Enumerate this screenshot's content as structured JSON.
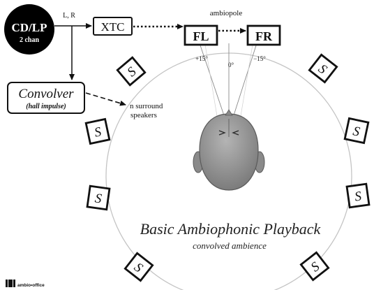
{
  "source": {
    "title": "CD/LP",
    "subtitle": "2 chan",
    "output_label": "L, R"
  },
  "xtc": {
    "label": "XTC"
  },
  "ambiopole": {
    "label": "ambiopole"
  },
  "speakers": {
    "left": "FL",
    "right": "FR",
    "surround_mark": "S"
  },
  "angles": {
    "left": "+15°",
    "center": "0°",
    "right": "−15°"
  },
  "convolver": {
    "title": "Convolver",
    "subtitle": "(hall impulse)"
  },
  "surround_note": {
    "line1": "n surround",
    "line2": "speakers"
  },
  "diagram": {
    "title": "Basic Ambiophonic Playback",
    "subtitle": "convolved ambience"
  },
  "logo": {
    "text": "ambio•office"
  },
  "colors": {
    "ink": "#111111",
    "circle": "#bdbdbd",
    "head_fill": "#9a9a9a",
    "head_dark": "#6e6e6e",
    "angle_line": "#8a8a8a"
  }
}
